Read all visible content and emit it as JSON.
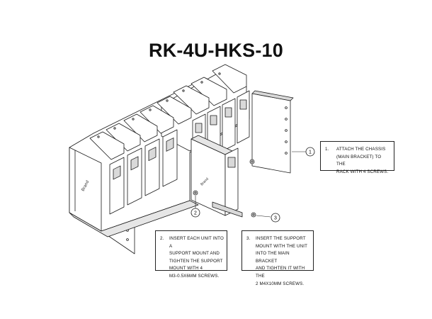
{
  "title": "RK-4U-HKS-10",
  "steps": [
    {
      "number": "1",
      "item_label": "1.",
      "text": "ATTACH THE CHASSIS\n(MAIN BRACKET) TO THE\nRACK WITH 4 SCREWS."
    },
    {
      "number": "2",
      "item_label": "2.",
      "text": "INSERT EACH UNIT INTO A\nSUPPORT MOUNT AND\nTIGHTEN THE SUPPORT\nMOUNT WITH 4\nM3-0.5X6MM SCREWS."
    },
    {
      "number": "3",
      "item_label": "3.",
      "text": "INSERT THE SUPPORT\nMOUNT WITH THE UNIT\nINTO THE MAIN BRACKET\nAND TIGHTEN IT WITH THE\n2 M4X10MM SCREWS."
    }
  ],
  "colors": {
    "line": "#1a1a1a",
    "shade": "#d9d9d9",
    "face": "#ffffff"
  }
}
